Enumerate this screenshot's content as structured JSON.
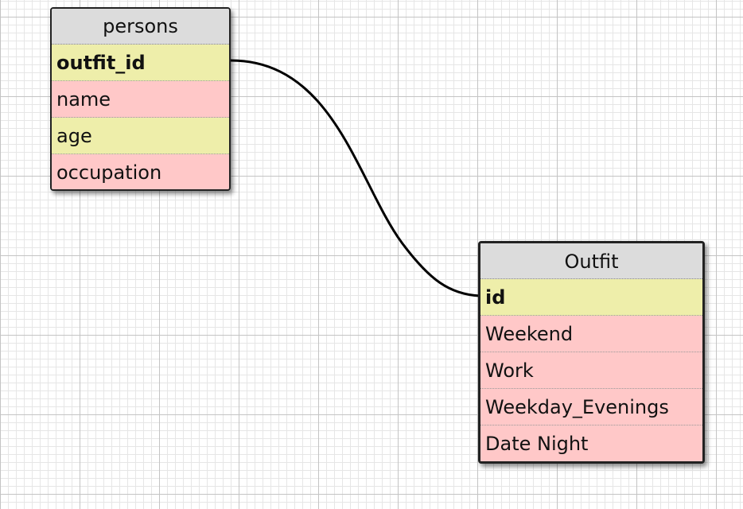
{
  "tables": {
    "persons": {
      "title": "persons",
      "fields": [
        {
          "label": "outfit_id",
          "kind": "key"
        },
        {
          "label": "name",
          "kind": "attr"
        },
        {
          "label": "age",
          "kind": "yellow"
        },
        {
          "label": "occupation",
          "kind": "attr"
        }
      ]
    },
    "outfit": {
      "title": "Outfit",
      "fields": [
        {
          "label": "id",
          "kind": "key"
        },
        {
          "label": "Weekend",
          "kind": "attr"
        },
        {
          "label": "Work",
          "kind": "attr"
        },
        {
          "label": "Weekday_Evenings",
          "kind": "attr"
        },
        {
          "label": "Date Night",
          "kind": "attr"
        }
      ]
    }
  },
  "relation": {
    "from": "persons.outfit_id",
    "to": "Outfit.id"
  },
  "colors": {
    "key_row": "#eeeeaa",
    "attr_row": "#ffc8c8",
    "title_bar": "#dcdcdc",
    "grid_major": "#c4c4c4",
    "grid_minor": "#e6e6e6",
    "connector": "#000000"
  }
}
